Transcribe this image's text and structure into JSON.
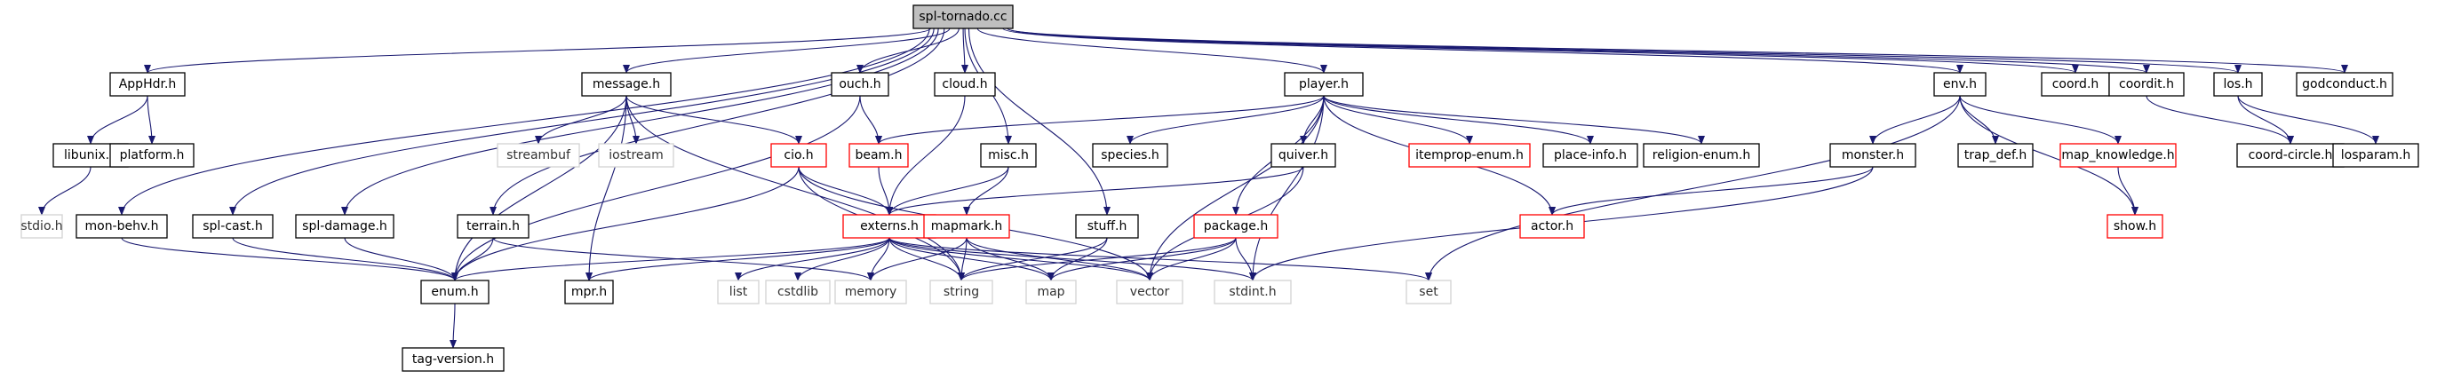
{
  "colors": {
    "edge": "#191970",
    "label": "#000000",
    "label_muted": "#333333",
    "root_fill": "#bfbfbf",
    "box_black": "#000000",
    "box_red": "#ff0000",
    "box_gray": "#d3d3d3"
  },
  "nodes": [
    {
      "id": "spl_tornado",
      "label": "spl-tornado.cc",
      "style": "root"
    },
    {
      "id": "apphdr",
      "label": "AppHdr.h",
      "style": "black"
    },
    {
      "id": "libunix",
      "label": "libunix.h",
      "style": "black"
    },
    {
      "id": "platform",
      "label": "platform.h",
      "style": "black"
    },
    {
      "id": "stdio",
      "label": "stdio.h",
      "style": "gray"
    },
    {
      "id": "message",
      "label": "message.h",
      "style": "black"
    },
    {
      "id": "streambuf",
      "label": "streambuf",
      "style": "gray"
    },
    {
      "id": "iostream",
      "label": "iostream",
      "style": "gray"
    },
    {
      "id": "ouch",
      "label": "ouch.h",
      "style": "black"
    },
    {
      "id": "cloud",
      "label": "cloud.h",
      "style": "black"
    },
    {
      "id": "beam",
      "label": "beam.h",
      "style": "red"
    },
    {
      "id": "cio",
      "label": "cio.h",
      "style": "red"
    },
    {
      "id": "misc",
      "label": "misc.h",
      "style": "black"
    },
    {
      "id": "player",
      "label": "player.h",
      "style": "black"
    },
    {
      "id": "species",
      "label": "species.h",
      "style": "black"
    },
    {
      "id": "quiver",
      "label": "quiver.h",
      "style": "black"
    },
    {
      "id": "itemprop_enum",
      "label": "itemprop-enum.h",
      "style": "red"
    },
    {
      "id": "place_info",
      "label": "place-info.h",
      "style": "black"
    },
    {
      "id": "religion_enum",
      "label": "religion-enum.h",
      "style": "black"
    },
    {
      "id": "env",
      "label": "env.h",
      "style": "black"
    },
    {
      "id": "coord",
      "label": "coord.h",
      "style": "black"
    },
    {
      "id": "coordit",
      "label": "coordit.h",
      "style": "black"
    },
    {
      "id": "los",
      "label": "los.h",
      "style": "black"
    },
    {
      "id": "godconduct",
      "label": "godconduct.h",
      "style": "black"
    },
    {
      "id": "monster",
      "label": "monster.h",
      "style": "black"
    },
    {
      "id": "trap_def",
      "label": "trap_def.h",
      "style": "black"
    },
    {
      "id": "map_knowledge",
      "label": "map_knowledge.h",
      "style": "red"
    },
    {
      "id": "coord_circle",
      "label": "coord-circle.h",
      "style": "black"
    },
    {
      "id": "losparam",
      "label": "losparam.h",
      "style": "black"
    },
    {
      "id": "show",
      "label": "show.h",
      "style": "red"
    },
    {
      "id": "mon_behv",
      "label": "mon-behv.h",
      "style": "black"
    },
    {
      "id": "spl_cast",
      "label": "spl-cast.h",
      "style": "black"
    },
    {
      "id": "spl_damage",
      "label": "spl-damage.h",
      "style": "black"
    },
    {
      "id": "terrain",
      "label": "terrain.h",
      "style": "black"
    },
    {
      "id": "externs",
      "label": "externs.h",
      "style": "red"
    },
    {
      "id": "mapmark",
      "label": "mapmark.h",
      "style": "red"
    },
    {
      "id": "stuff",
      "label": "stuff.h",
      "style": "black"
    },
    {
      "id": "package",
      "label": "package.h",
      "style": "red"
    },
    {
      "id": "actor",
      "label": "actor.h",
      "style": "red"
    },
    {
      "id": "enum",
      "label": "enum.h",
      "style": "black"
    },
    {
      "id": "mpr",
      "label": "mpr.h",
      "style": "black"
    },
    {
      "id": "list",
      "label": "list",
      "style": "gray"
    },
    {
      "id": "cstdlib",
      "label": "cstdlib",
      "style": "gray"
    },
    {
      "id": "memory",
      "label": "memory",
      "style": "gray"
    },
    {
      "id": "string",
      "label": "string",
      "style": "gray"
    },
    {
      "id": "map",
      "label": "map",
      "style": "gray"
    },
    {
      "id": "vector",
      "label": "vector",
      "style": "gray"
    },
    {
      "id": "stdint",
      "label": "stdint.h",
      "style": "gray"
    },
    {
      "id": "set",
      "label": "set",
      "style": "gray"
    },
    {
      "id": "tag_version",
      "label": "tag-version.h",
      "style": "black"
    }
  ],
  "edges": [
    [
      "spl_tornado",
      "apphdr"
    ],
    [
      "spl_tornado",
      "message"
    ],
    [
      "spl_tornado",
      "ouch"
    ],
    [
      "spl_tornado",
      "cloud"
    ],
    [
      "spl_tornado",
      "misc"
    ],
    [
      "spl_tornado",
      "player"
    ],
    [
      "spl_tornado",
      "env"
    ],
    [
      "spl_tornado",
      "coord"
    ],
    [
      "spl_tornado",
      "coordit"
    ],
    [
      "spl_tornado",
      "los"
    ],
    [
      "spl_tornado",
      "godconduct"
    ],
    [
      "spl_tornado",
      "mon_behv"
    ],
    [
      "spl_tornado",
      "spl_cast"
    ],
    [
      "spl_tornado",
      "spl_damage"
    ],
    [
      "spl_tornado",
      "terrain"
    ],
    [
      "spl_tornado",
      "stuff"
    ],
    [
      "apphdr",
      "libunix"
    ],
    [
      "apphdr",
      "platform"
    ],
    [
      "libunix",
      "stdio"
    ],
    [
      "message",
      "streambuf"
    ],
    [
      "message",
      "iostream"
    ],
    [
      "message",
      "cio"
    ],
    [
      "message",
      "enum"
    ],
    [
      "message",
      "mpr"
    ],
    [
      "message",
      "string"
    ],
    [
      "ouch",
      "beam"
    ],
    [
      "ouch",
      "enum"
    ],
    [
      "cloud",
      "externs"
    ],
    [
      "beam",
      "externs"
    ],
    [
      "cio",
      "externs"
    ],
    [
      "cio",
      "enum"
    ],
    [
      "cio",
      "string"
    ],
    [
      "cio",
      "vector"
    ],
    [
      "misc",
      "externs"
    ],
    [
      "misc",
      "mapmark"
    ],
    [
      "player",
      "beam"
    ],
    [
      "player",
      "species"
    ],
    [
      "player",
      "quiver"
    ],
    [
      "player",
      "itemprop_enum"
    ],
    [
      "player",
      "place_info"
    ],
    [
      "player",
      "religion_enum"
    ],
    [
      "player",
      "package"
    ],
    [
      "player",
      "actor"
    ],
    [
      "player",
      "stdint"
    ],
    [
      "player",
      "vector"
    ],
    [
      "quiver",
      "externs"
    ],
    [
      "quiver",
      "vector"
    ],
    [
      "env",
      "monster"
    ],
    [
      "env",
      "trap_def"
    ],
    [
      "env",
      "map_knowledge"
    ],
    [
      "env",
      "show"
    ],
    [
      "env",
      "set"
    ],
    [
      "coordit",
      "coord_circle"
    ],
    [
      "los",
      "coord_circle"
    ],
    [
      "los",
      "losparam"
    ],
    [
      "monster",
      "actor"
    ],
    [
      "monster",
      "stdint"
    ],
    [
      "map_knowledge",
      "show"
    ],
    [
      "mon_behv",
      "enum"
    ],
    [
      "spl_cast",
      "enum"
    ],
    [
      "spl_damage",
      "enum"
    ],
    [
      "terrain",
      "enum"
    ],
    [
      "terrain",
      "memory"
    ],
    [
      "externs",
      "enum"
    ],
    [
      "externs",
      "mpr"
    ],
    [
      "externs",
      "list"
    ],
    [
      "externs",
      "cstdlib"
    ],
    [
      "externs",
      "memory"
    ],
    [
      "externs",
      "string"
    ],
    [
      "externs",
      "map"
    ],
    [
      "externs",
      "vector"
    ],
    [
      "externs",
      "stdint"
    ],
    [
      "externs",
      "set"
    ],
    [
      "mapmark",
      "memory"
    ],
    [
      "mapmark",
      "string"
    ],
    [
      "mapmark",
      "map"
    ],
    [
      "mapmark",
      "vector"
    ],
    [
      "stuff",
      "map"
    ],
    [
      "stuff",
      "string"
    ],
    [
      "package",
      "string"
    ],
    [
      "package",
      "map"
    ],
    [
      "package",
      "vector"
    ],
    [
      "package",
      "stdint"
    ],
    [
      "enum",
      "tag_version"
    ]
  ]
}
